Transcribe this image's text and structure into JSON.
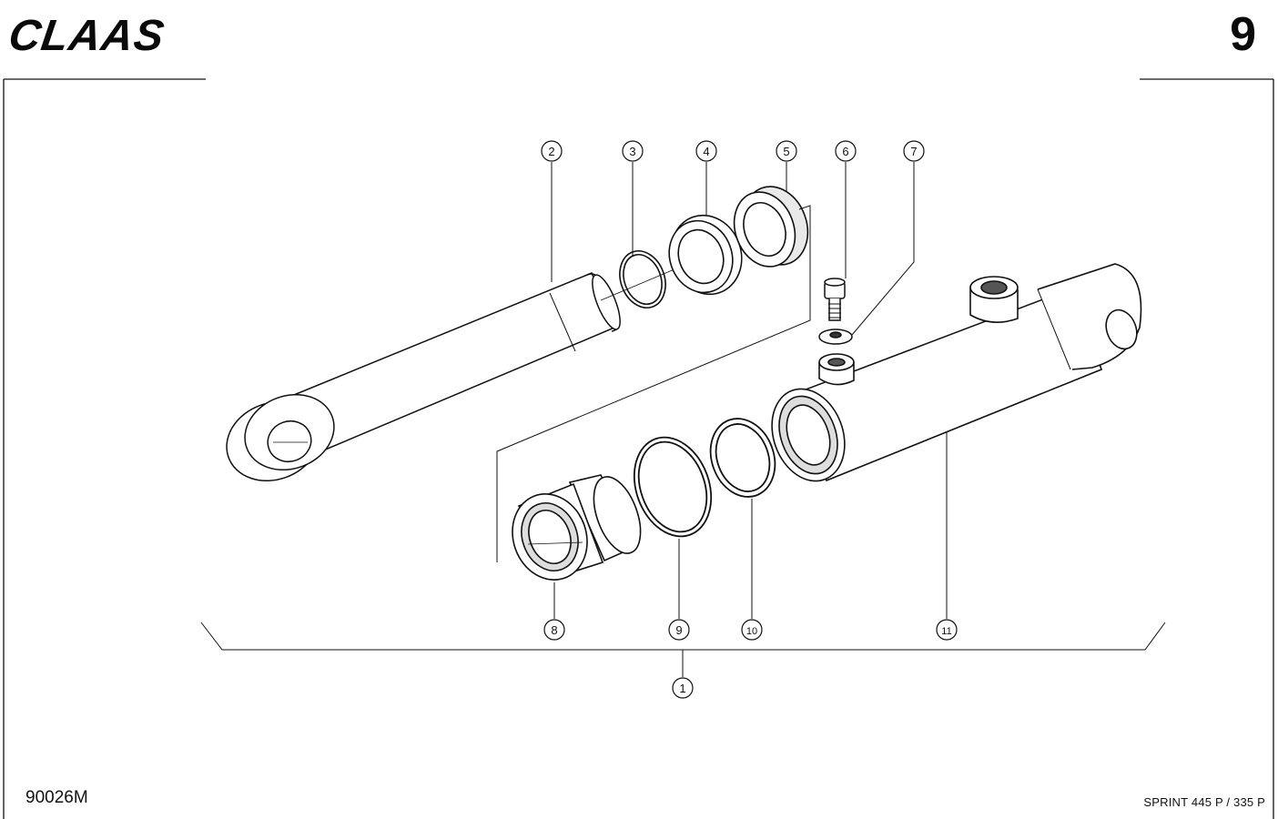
{
  "header": {
    "brand": "CLAAS",
    "page_number": "9"
  },
  "footer": {
    "drawing_code": "90026M",
    "model": "SPRINT 445 P / 335 P"
  },
  "callouts": [
    "1",
    "2",
    "3",
    "4",
    "5",
    "6",
    "7",
    "8",
    "9",
    "10",
    "11"
  ]
}
